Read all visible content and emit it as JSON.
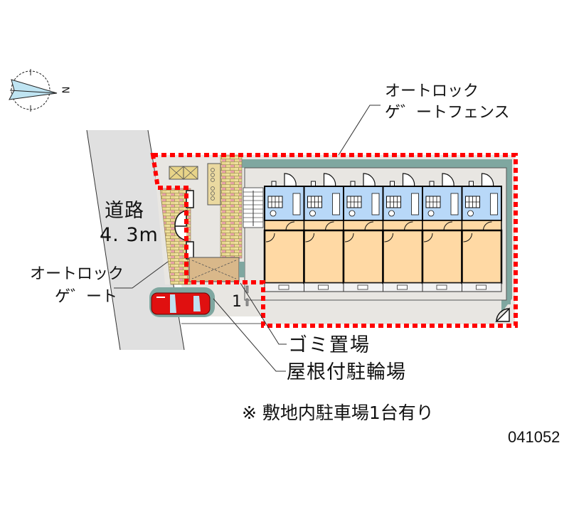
{
  "compass": {
    "north_label": "N"
  },
  "labels": {
    "road_name": "道路",
    "road_width": "4. 3m",
    "autolock_gate_line1": "オートロック",
    "autolock_gate_line2": "ゲ゛ート",
    "autolock_fence_line1": "オートロック",
    "autolock_fence_line2": "ゲ゛ートフェンス",
    "garbage_area": "ゴミ置場",
    "covered_bike_parking": "屋根付駐輪場",
    "parking_slot_number": "1",
    "note": "※ 敷地内駐車場1台有り",
    "code": "041052"
  },
  "plan": {
    "unit_count": 6
  },
  "colors": {
    "boundary": "#ff0000",
    "road": "#e0e0e0",
    "ground": "#e8e6e2",
    "hedge": "#7fa7a0",
    "room": "#ffd9a4",
    "wet_area": "#b8d8f8",
    "brick": "#e8d488",
    "car": "#e01010"
  }
}
